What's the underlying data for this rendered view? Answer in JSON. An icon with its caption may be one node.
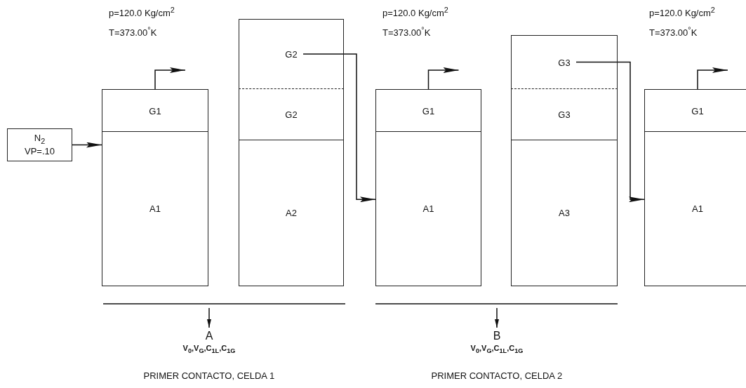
{
  "diagram": {
    "nodes": [
      {
        "text": [
          "N$_{2}$",
          "VP=.10"
        ]
      },
      {
        "text": [
          "G1"
        ]
      },
      {
        "text": [
          "A1"
        ]
      },
      {
        "text": [
          "G2"
        ]
      },
      {
        "text": [
          "G2"
        ]
      },
      {
        "text": [
          "A2"
        ]
      },
      {
        "text": [
          "G1"
        ]
      },
      {
        "text": [
          "A1"
        ]
      },
      {
        "text": [
          "G3"
        ]
      },
      {
        "text": [
          "G3"
        ]
      },
      {
        "text": [
          "A3"
        ]
      },
      {
        "text": [
          "G1"
        ]
      },
      {
        "text": [
          "A1"
        ]
      },
      {
        "text": [
          "A",
          "V$_{0}$,V$_{G}$,C$_{1L}$,C$_{1G}$"
        ]
      },
      {
        "text": [
          "B",
          "V$_{0}$,V$_{G}$,C$_{1L}$,C$_{1G}$"
        ]
      }
    ],
    "edges": [
      {
        "from": 0,
        "to": 2,
        "arrow": "to"
      },
      {
        "from": 1,
        "to": null,
        "arrow": "to"
      },
      {
        "from": 3,
        "to": 7,
        "arrow": "to"
      },
      {
        "from": 6,
        "to": null,
        "arrow": "to"
      },
      {
        "from": 8,
        "to": 12,
        "arrow": "to"
      },
      {
        "from": 11,
        "to": null,
        "arrow": "to"
      },
      {
        "from": null,
        "to": 13,
        "arrow": "to"
      },
      {
        "from": null,
        "to": 14,
        "arrow": "to"
      }
    ],
    "labels": [
      "p=120.0 Kg/cm$^{2}$",
      "T=373.00$^{°}$K",
      "p=120.0 Kg/cm$^{2}$",
      "T=373.00$^{°}$K",
      "p=120.0 Kg/cm$^{2}$",
      "T=373.00$^{°}$K",
      "PRIMER CONTACTO, CELDA 1",
      "PRIMER CONTACTO, CELDA 2"
    ]
  }
}
